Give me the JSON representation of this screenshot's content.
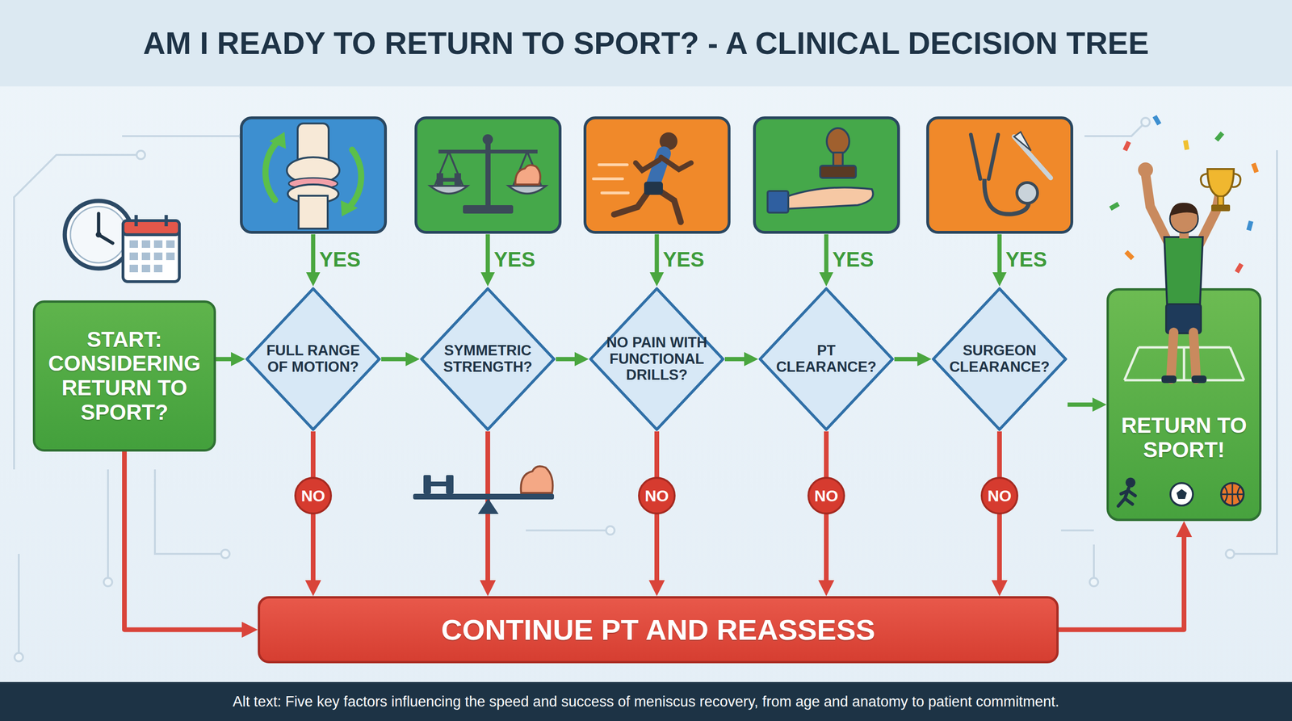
{
  "diagram": {
    "title": "AM I READY TO RETURN TO SPORT? - A CLINICAL DECISION TREE",
    "caption": "Alt text: Five key factors influencing the speed and success of meniscus recovery, from age and anatomy to patient commitment.",
    "nodes": [
      {
        "text": [
          "START: CONSIDERING RETURN TO SPORT?"
        ]
      },
      {
        "text": [
          "FULL RANGE OF MOTION?"
        ]
      },
      {
        "text": [
          "SYMMETRIC STRENGTH?"
        ]
      },
      {
        "text": [
          "NO PAIN WITH FUNCTIONAL DRILLS?"
        ]
      },
      {
        "text": [
          "PT CLEARANCE?"
        ]
      },
      {
        "text": [
          "SURGEON CLEARANCE?"
        ]
      },
      {
        "text": [
          "RETURN TO SPORT!"
        ]
      },
      {
        "text": [
          "CONTINUE PT AND REASSESS"
        ]
      }
    ],
    "edges": [
      {
        "from": 0,
        "to": 1,
        "arrow": "to"
      },
      {
        "from": 1,
        "to": 2,
        "arrow": "to"
      },
      {
        "from": 2,
        "to": 3,
        "arrow": "to"
      },
      {
        "from": 3,
        "to": 4,
        "arrow": "to"
      },
      {
        "from": 4,
        "to": 5,
        "arrow": "to"
      },
      {
        "from": 5,
        "to": 6,
        "arrow": "to"
      },
      {
        "from": 0,
        "to": 7,
        "arrow": "to"
      },
      {
        "from": 1,
        "to": 7,
        "label": "NO",
        "arrow": "to"
      },
      {
        "from": 2,
        "to": 7,
        "arrow": "to"
      },
      {
        "from": 3,
        "to": 7,
        "label": "NO",
        "arrow": "to"
      },
      {
        "from": 4,
        "to": 7,
        "label": "NO",
        "arrow": "to"
      },
      {
        "from": 5,
        "to": 7,
        "label": "NO",
        "arrow": "to"
      },
      {
        "from": 7,
        "to": 6,
        "arrow": "to"
      }
    ],
    "labels": [
      "YES",
      "YES",
      "YES",
      "YES",
      "YES"
    ]
  }
}
